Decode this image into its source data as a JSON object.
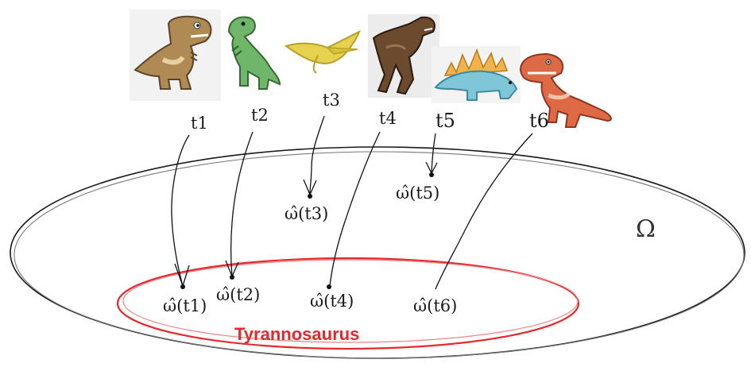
{
  "space_label": "Ω",
  "subset_label": "Tyrannosaurus",
  "colors": {
    "subset": "#e4282c",
    "ink": "#111111"
  },
  "dinosaurs": [
    {
      "icon": "brown-trex-icon",
      "time_label": "t1",
      "image_label": "ω̂(t1)"
    },
    {
      "icon": "green-trex-icon",
      "time_label": "t2",
      "image_label": "ω̂(t2)"
    },
    {
      "icon": "yellow-pterodactyl-icon",
      "time_label": "t3",
      "image_label": "ω̂(t3)"
    },
    {
      "icon": "photo-trex-icon",
      "time_label": "t4",
      "image_label": "ω̂(t4)"
    },
    {
      "icon": "blue-stegosaurus-icon",
      "time_label": "t5",
      "image_label": "ω̂(t5)"
    },
    {
      "icon": "red-trex-icon",
      "time_label": "t6",
      "image_label": "ω̂(t6)"
    }
  ]
}
